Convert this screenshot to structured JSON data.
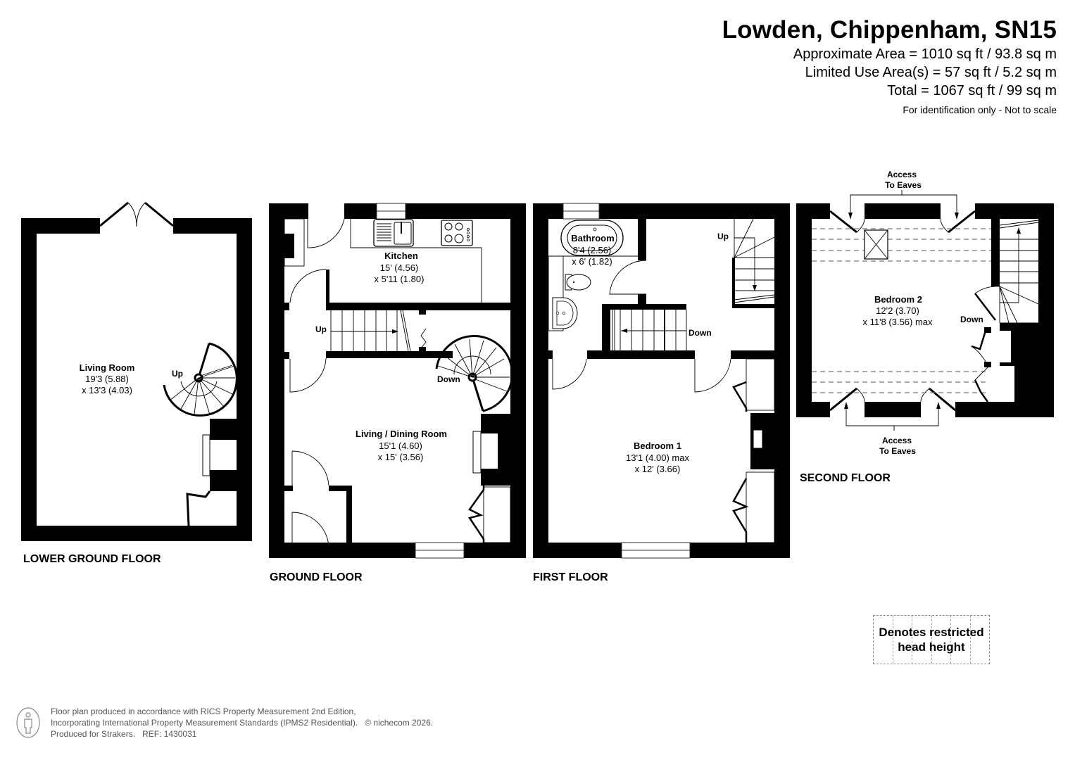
{
  "header": {
    "title": "Lowden, Chippenham, SN15",
    "approximate_area": "Approximate Area = 1010 sq ft / 93.8 sq m",
    "limited_use_area": "Limited Use Area(s) = 57 sq ft / 5.2 sq m",
    "total": "Total = 1067 sq ft / 99 sq m",
    "disclaimer": "For identification only - Not to scale"
  },
  "floors": {
    "lower_ground": {
      "label": "LOWER GROUND FLOOR",
      "rooms": [
        {
          "name": "Living Room",
          "dim1": "19'3 (5.88)",
          "dim2": "x 13'3 (4.03)"
        }
      ],
      "stairs": [
        {
          "label": "Up"
        }
      ]
    },
    "ground": {
      "label": "GROUND FLOOR",
      "rooms": [
        {
          "name": "Kitchen",
          "dim1": "15' (4.56)",
          "dim2": "x 5'11 (1.80)"
        },
        {
          "name": "Living / Dining Room",
          "dim1": "15'1 (4.60)",
          "dim2": "x 15' (3.56)"
        }
      ],
      "stairs": [
        {
          "label": "Up"
        },
        {
          "label": "Down"
        }
      ]
    },
    "first": {
      "label": "FIRST FLOOR",
      "rooms": [
        {
          "name": "Bathroom",
          "dim1": "8'4 (2.56)",
          "dim2": "x 6' (1.82)"
        },
        {
          "name": "Bedroom 1",
          "dim1": "13'1 (4.00) max",
          "dim2": "x 12' (3.66)"
        }
      ],
      "stairs": [
        {
          "label": "Up"
        },
        {
          "label": "Down"
        }
      ]
    },
    "second": {
      "label": "SECOND FLOOR",
      "rooms": [
        {
          "name": "Bedroom 2",
          "dim1": "12'2 (3.70)",
          "dim2": "x 11'8 (3.56) max"
        }
      ],
      "stairs": [
        {
          "label": "Down"
        }
      ],
      "annotations": {
        "eaves_top_line1": "Access",
        "eaves_top_line2": "To Eaves",
        "eaves_bottom_line1": "Access",
        "eaves_bottom_line2": "To Eaves"
      }
    }
  },
  "legend": {
    "line1": "Denotes restricted",
    "line2": "head height"
  },
  "footer": {
    "line1": "Floor plan produced in accordance with RICS Property Measurement 2nd Edition,",
    "line2": "Incorporating International Property Measurement Standards (IPMS2 Residential).",
    "line3": "Produced for Strakers.   REF: 1430031",
    "copyright": "© nichecom 2026.",
    "icon": "person-outline-icon"
  },
  "colors": {
    "wall": "#000000",
    "background": "#ffffff",
    "restricted_dash": "#777777",
    "footer_text": "#555555"
  }
}
